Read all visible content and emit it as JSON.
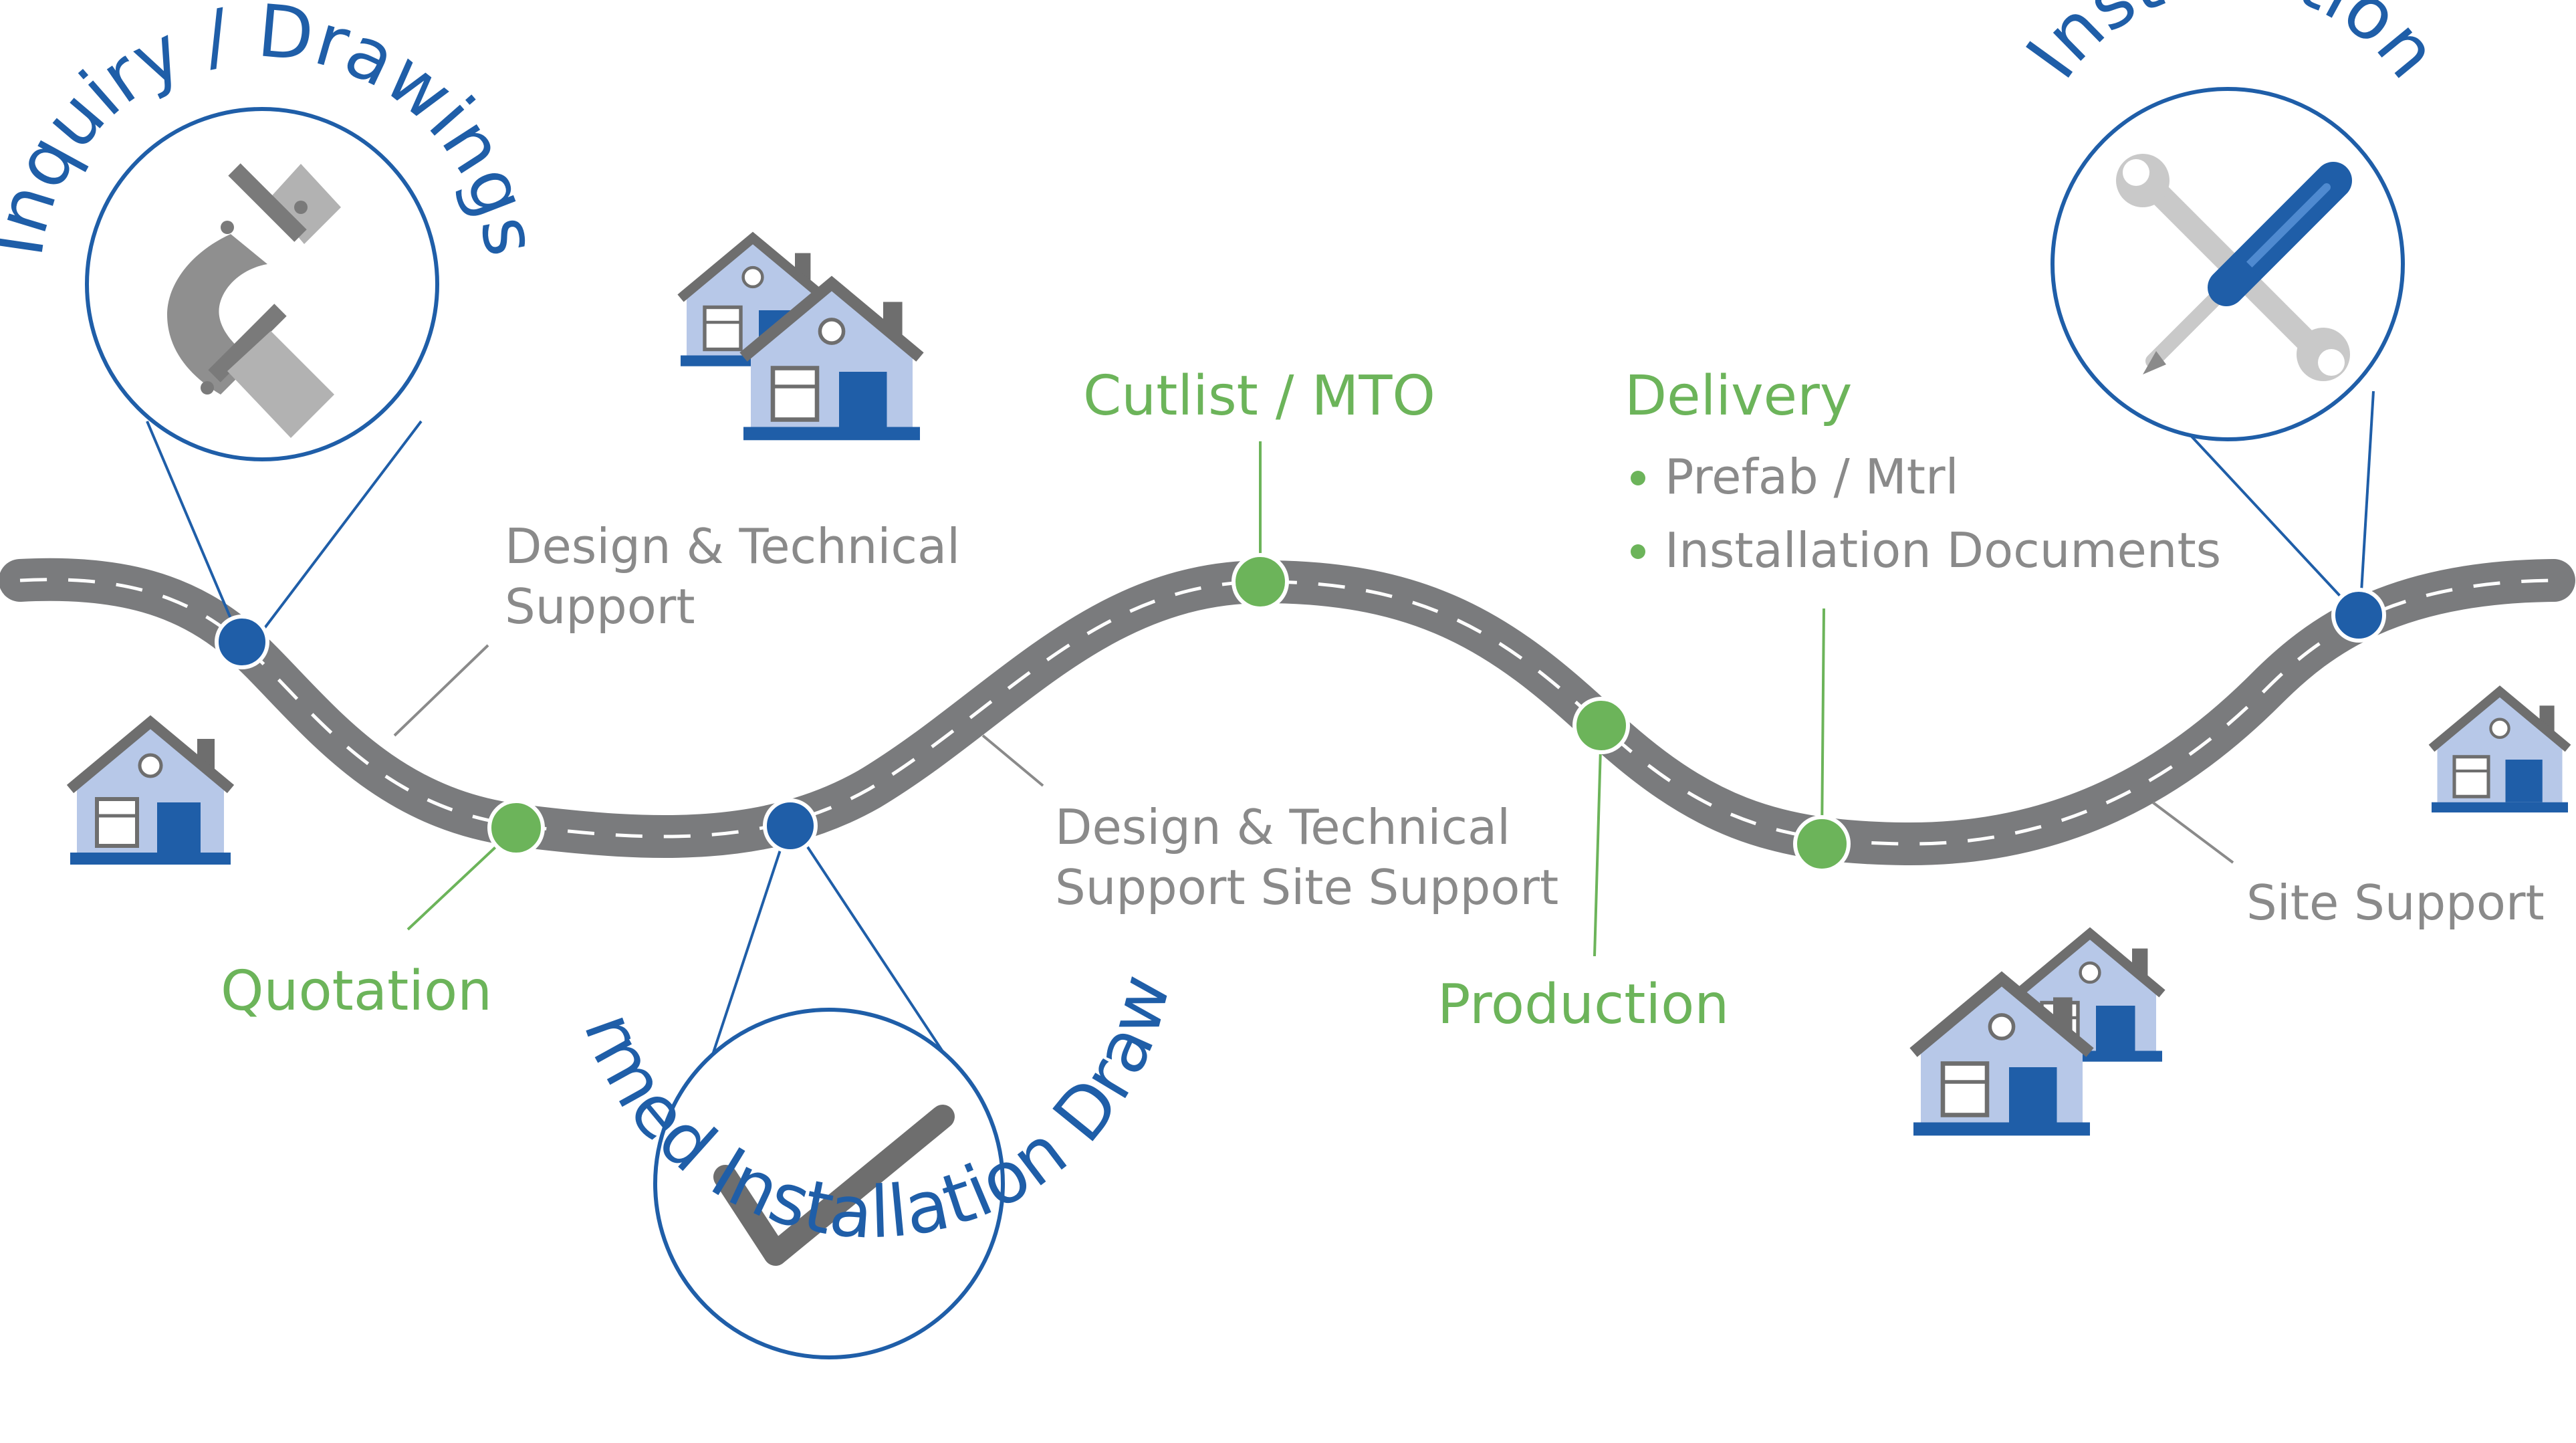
{
  "milestones": {
    "inquiry": "Inquiry / Drawings",
    "confirmed": "Confirmed Installation Drawings",
    "installation": "Installation",
    "quotation": "Quotation",
    "cutlist": "Cutlist / MTO",
    "production": "Production",
    "delivery": "Delivery"
  },
  "delivery_items": [
    "Prefab / Mtrl",
    "Installation Documents"
  ],
  "support_notes": {
    "design_support_1": [
      "Design & Technical",
      "Support"
    ],
    "design_support_2": [
      "Design & Technical",
      "Support Site Support"
    ],
    "site_support": "Site Support"
  },
  "icons": {
    "inquiry": "pipe-elbow-icon",
    "confirmed": "checkmark-icon",
    "installation": "wrench-screwdriver-icon",
    "building": "house-icon"
  },
  "colors": {
    "blue": "#1f5ea8",
    "green": "#6cb45a",
    "road": "#7a7b7d",
    "label_gray": "#8a8a8a",
    "house_light": "#b7c8e8"
  }
}
